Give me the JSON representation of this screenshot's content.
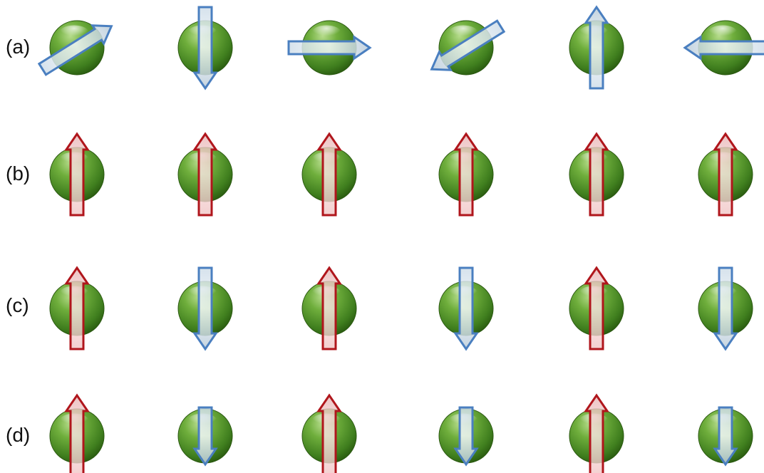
{
  "rows": [
    {
      "label": "(a)",
      "spins": [
        {
          "direction": "up-right",
          "length": "long",
          "color": "blue"
        },
        {
          "direction": "down",
          "length": "long",
          "color": "blue"
        },
        {
          "direction": "right",
          "length": "long",
          "color": "blue"
        },
        {
          "direction": "down-left",
          "length": "long",
          "color": "blue"
        },
        {
          "direction": "up",
          "length": "long",
          "color": "blue"
        },
        {
          "direction": "left",
          "length": "long",
          "color": "blue"
        }
      ]
    },
    {
      "label": "(b)",
      "spins": [
        {
          "direction": "up",
          "length": "long",
          "color": "red"
        },
        {
          "direction": "up",
          "length": "long",
          "color": "red"
        },
        {
          "direction": "up",
          "length": "long",
          "color": "red"
        },
        {
          "direction": "up",
          "length": "long",
          "color": "red"
        },
        {
          "direction": "up",
          "length": "long",
          "color": "red"
        },
        {
          "direction": "up",
          "length": "long",
          "color": "red"
        }
      ]
    },
    {
      "label": "(c)",
      "spins": [
        {
          "direction": "up",
          "length": "long",
          "color": "red"
        },
        {
          "direction": "down",
          "length": "long",
          "color": "blue"
        },
        {
          "direction": "up",
          "length": "long",
          "color": "red"
        },
        {
          "direction": "down",
          "length": "long",
          "color": "blue"
        },
        {
          "direction": "up",
          "length": "long",
          "color": "red"
        },
        {
          "direction": "down",
          "length": "long",
          "color": "blue"
        }
      ]
    },
    {
      "label": "(d)",
      "spins": [
        {
          "direction": "up",
          "length": "long",
          "color": "red"
        },
        {
          "direction": "down",
          "length": "short",
          "color": "blue"
        },
        {
          "direction": "up",
          "length": "long",
          "color": "red"
        },
        {
          "direction": "down",
          "length": "short",
          "color": "blue"
        },
        {
          "direction": "up",
          "length": "long",
          "color": "red"
        },
        {
          "direction": "down",
          "length": "short",
          "color": "blue"
        }
      ]
    }
  ],
  "colors": {
    "atom": "#5a9a2e",
    "atom_dark": "#2f6a14",
    "blue_stroke": "#4a7fc0",
    "red_stroke": "#b0161c",
    "blue_fill": "#dfe8f1",
    "red_fill": "#f6d2d2"
  }
}
